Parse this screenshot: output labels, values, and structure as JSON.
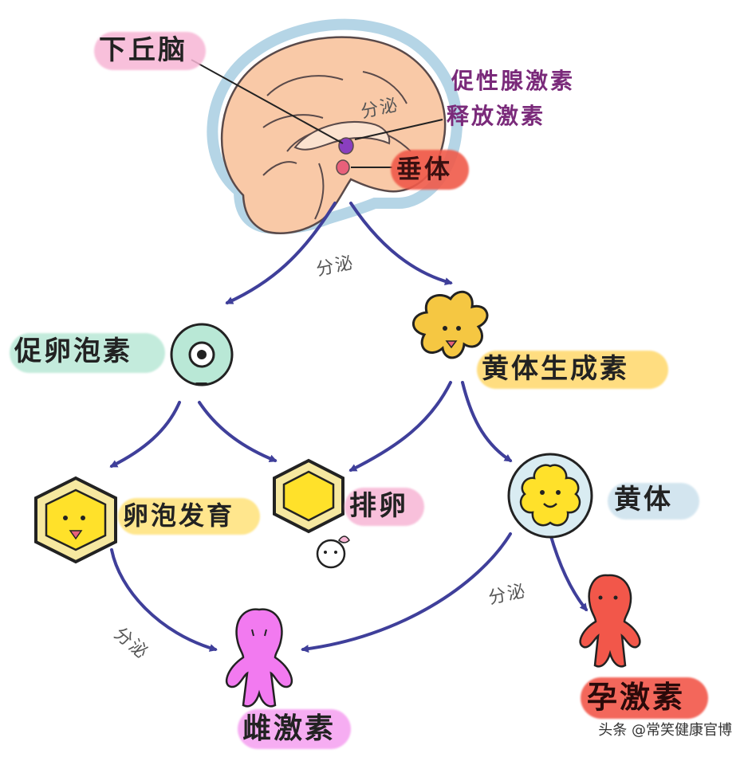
{
  "labels": {
    "hypothalamus": "下丘脑",
    "gnrh_line1": "促性腺激素",
    "gnrh_line2": "释放激素",
    "pituitary": "垂体",
    "fsh": "促卵泡素",
    "lh": "黄体生成素",
    "follicle_dev": "卵泡发育",
    "ovulation": "排卵",
    "corpus_luteum": "黄体",
    "estrogen": "雌激素",
    "progesterone": "孕激素"
  },
  "arrow_labels": {
    "secrete_hypothalamus": "分泌",
    "secrete_pituitary": "分泌",
    "secrete_follicle": "分泌",
    "secrete_luteum": "分泌"
  },
  "watermark": "头条 @常笑健康官博",
  "colors": {
    "brain": "#f9c9a7",
    "brain_outline": "#b5d5e6",
    "arrow": "#3f3f9a",
    "hypothalamus_bg": "#f7b6d5",
    "gnrh_text": "#7a2a7a",
    "pituitary_bg": "#f05a4a",
    "fsh_bg": "#b9e8d6",
    "lh_bg": "#ffd86a",
    "follicle_bg": "#ffd86a",
    "ovulation_bg": "#f7b6d5",
    "luteum_bg": "#cfe3ee",
    "estrogen_bg": "#f59ff0",
    "progesterone_bg": "#f2574a",
    "yellow_cell": "#ffe12a",
    "pink_figure": "#f27af0",
    "red_figure": "#f05a4a"
  }
}
